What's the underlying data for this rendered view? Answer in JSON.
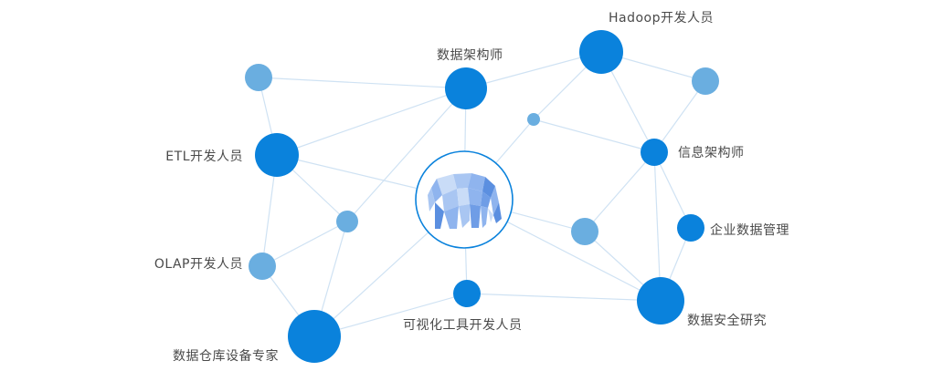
{
  "colors": {
    "line": "#cfe2f3",
    "node_primary": "#0a82dc",
    "node_secondary": "#6aaee0",
    "center_ring": "#0a82dc",
    "elephant_light": "#c9dcf7",
    "elephant_mid": "#8fb4ee",
    "elephant_dark": "#5b8fe0"
  },
  "center": {
    "icon": "hadoop-elephant-icon"
  },
  "labels": {
    "hadoop_dev": "Hadoop开发人员",
    "data_architect": "数据架构师",
    "info_architect": "信息架构师",
    "etl_dev": "ETL开发人员",
    "enterprise_data_mgmt": "企业数据管理",
    "olap_dev": "OLAP开发人员",
    "viz_tool_dev": "可视化工具开发人员",
    "data_security_research": "数据安全研究",
    "data_warehouse_expert": "数据仓库设备专家"
  }
}
